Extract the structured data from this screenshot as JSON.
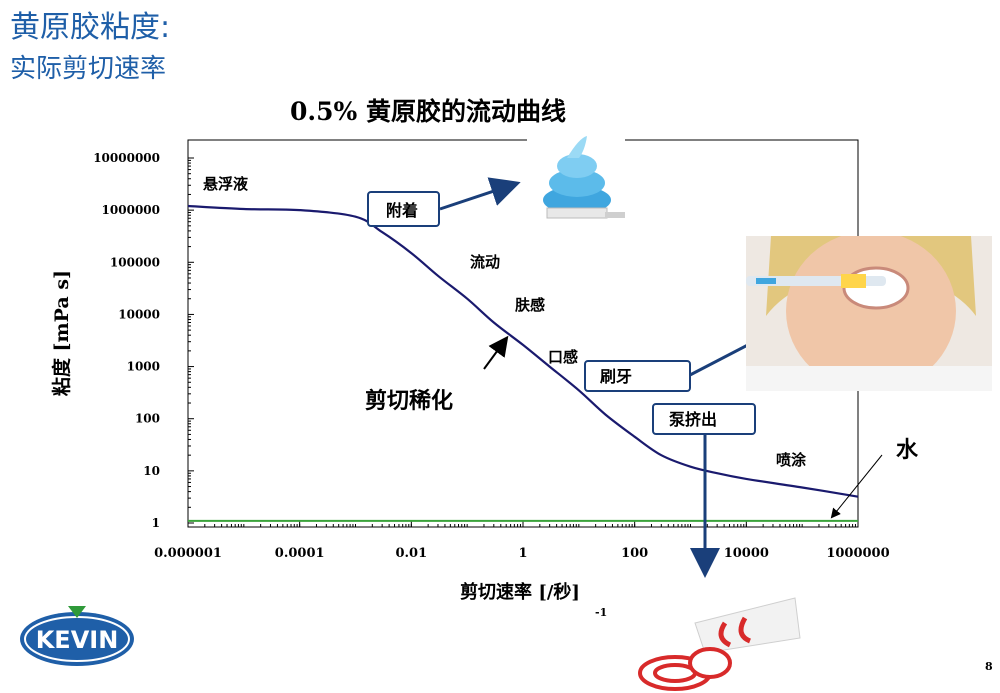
{
  "slide": {
    "title": "黄原胶粘度:",
    "subtitle": "实际剪切速率",
    "page_number": "8",
    "logo_text": "KEVIN"
  },
  "colors": {
    "heading": "#1f5fa8",
    "curve": "#1a1a6e",
    "water_line": "#3aa23a",
    "arrow": "#1a3f7a",
    "logo_blue": "#1f5fa8",
    "logo_green": "#2f9a3a"
  },
  "chart_data": {
    "type": "line",
    "title": "0.5% 黄原胶的流动曲线",
    "xlabel": "剪切速率 [/秒]",
    "xlabel_exponent": "-1",
    "ylabel": "粘度 [mPa s]",
    "xscale": "log",
    "yscale": "log",
    "xlim": [
      1e-06,
      1000000
    ],
    "ylim": [
      1,
      10000000
    ],
    "x_ticks": [
      "0.000001",
      "0.0001",
      "0.01",
      "1",
      "100",
      "10000",
      "1000000"
    ],
    "y_ticks": [
      "1",
      "10",
      "100",
      "1000",
      "10000",
      "100000",
      "1000000",
      "10000000"
    ],
    "grid": false,
    "series": [
      {
        "x": [
          1e-06,
          1e-05,
          0.0001,
          0.001,
          0.003,
          0.01,
          0.03,
          0.1,
          0.3,
          1,
          3,
          10,
          30,
          100,
          300,
          1000,
          3000,
          10000,
          100000,
          1000000
        ],
        "y": [
          1200000,
          1050000,
          1000000,
          750000,
          380000,
          150000,
          55000,
          20000,
          7000,
          2600,
          1000,
          350,
          120,
          45,
          20,
          12,
          9,
          7,
          4.8,
          3.2
        ]
      },
      {
        "x": [
          1e-06,
          1000000
        ],
        "y": [
          1.1,
          1.1
        ]
      }
    ],
    "annotations": {
      "suspension": "悬浮液",
      "adhesion": "附着",
      "flow": "流动",
      "skin_feel": "肤感",
      "mouthfeel": "口感",
      "brushing": "刷牙",
      "shear_thinning": "剪切稀化",
      "pumping": "泵挤出",
      "spraying": "喷涂",
      "water": "水"
    },
    "photos": {
      "toothbrush_paste": "toothbrush-with-paste",
      "brushing_teeth": "person-brushing-teeth",
      "squeezed_tube": "squeezed-toothpaste-tube"
    }
  }
}
